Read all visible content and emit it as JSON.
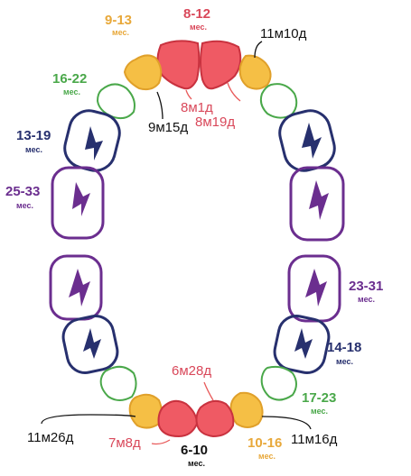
{
  "colors": {
    "central_incisor_fill": "#ef5a64",
    "central_incisor_stroke": "#c9323f",
    "lateral_incisor_fill": "#f5bf45",
    "lateral_incisor_stroke": "#e0a02a",
    "canine_stroke": "#4aa84a",
    "first_molar_stroke": "#27306e",
    "second_molar_stroke": "#6b2e8f",
    "note_line": "#e85a5a"
  },
  "upper": {
    "central_range": "8-12",
    "central_unit": "мес.",
    "lateral_range": "9-13",
    "lateral_unit": "мес.",
    "canine_range": "16-22",
    "canine_unit": "мес.",
    "first_molar_range": "13-19",
    "first_molar_unit": "мес.",
    "second_molar_range": "25-33",
    "second_molar_unit": "мес.",
    "note_right_lateral": "11м10д",
    "note_left_lateral": "9м15д",
    "note_central_left": "8м1д",
    "note_central_right": "8м19д"
  },
  "lower": {
    "central_range": "6-10",
    "central_unit": "мес.",
    "lateral_range": "10-16",
    "lateral_unit": "мес.",
    "canine_range": "17-23",
    "canine_unit": "мес.",
    "first_molar_range": "14-18",
    "first_molar_unit": "мес.",
    "second_molar_range": "23-31",
    "second_molar_unit": "мес.",
    "note_central_top": "6м28д",
    "note_central_left": "7м8д",
    "note_left_lateral": "11м26д",
    "note_right_lateral": "11м16д"
  }
}
